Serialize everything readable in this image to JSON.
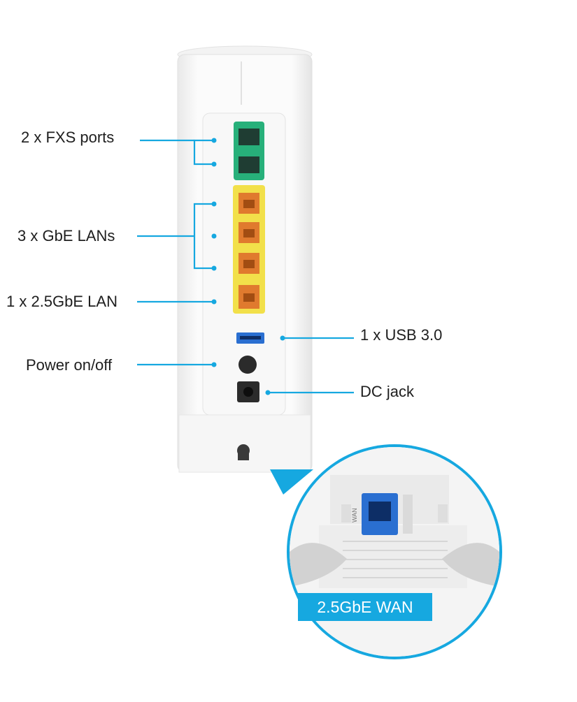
{
  "colors": {
    "accent": "#16a8e0",
    "fxs_port": "#27b07a",
    "lan_block": "#f2e04a",
    "lan_port": "#e07a2e",
    "usb_port": "#2a6fd1",
    "wan_port": "#2a6fd1"
  },
  "labels": {
    "fxs": "2 x FXS ports",
    "gbe_lans": "3 x GbE LANs",
    "lan_25": "1 x 2.5GbE LAN",
    "power": "Power on/off",
    "usb": "1 x USB 3.0",
    "dc": "DC jack",
    "wan": "2.5GbE WAN"
  },
  "inset_port_label": "WAN"
}
